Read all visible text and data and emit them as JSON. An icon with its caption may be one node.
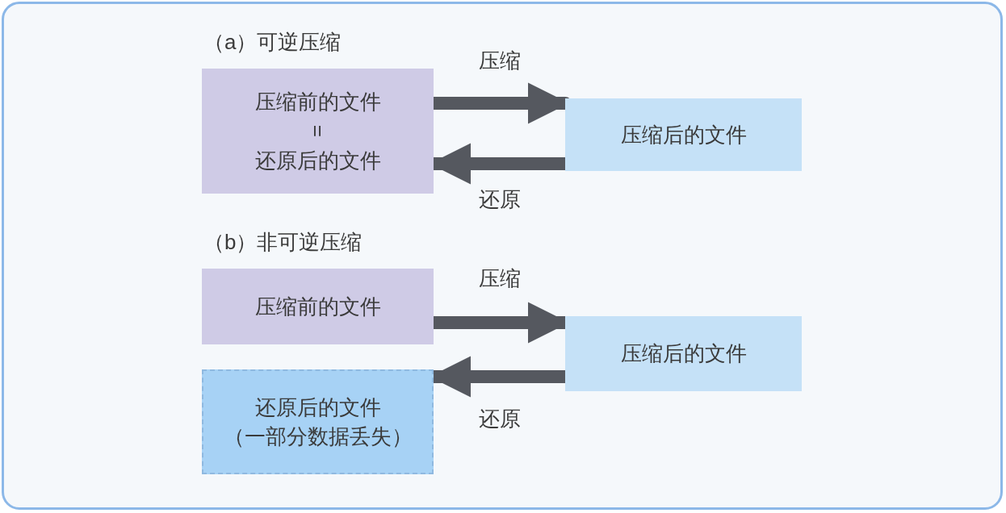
{
  "diagram": {
    "nodes": [
      {
        "text": [
          "压缩前的文件",
          "=",
          "还原后的文件"
        ]
      },
      {
        "text": [
          "压缩后的文件"
        ]
      },
      {
        "text": [
          "压缩前的文件"
        ]
      },
      {
        "text": [
          "还原后的文件",
          "（一部分数据丢失）"
        ]
      },
      {
        "text": [
          "压缩后的文件"
        ]
      }
    ],
    "edges": [
      {
        "from": 0,
        "to": 1,
        "arrow": "to",
        "label": "压缩"
      },
      {
        "from": 1,
        "to": 0,
        "arrow": "to",
        "label": "还原"
      },
      {
        "from": 2,
        "to": 4,
        "arrow": "to",
        "label": "压缩"
      },
      {
        "from": 4,
        "to": 3,
        "arrow": "to",
        "label": "还原"
      }
    ],
    "labels": [
      "（a）可逆压缩",
      "（b）非可逆压缩"
    ]
  }
}
